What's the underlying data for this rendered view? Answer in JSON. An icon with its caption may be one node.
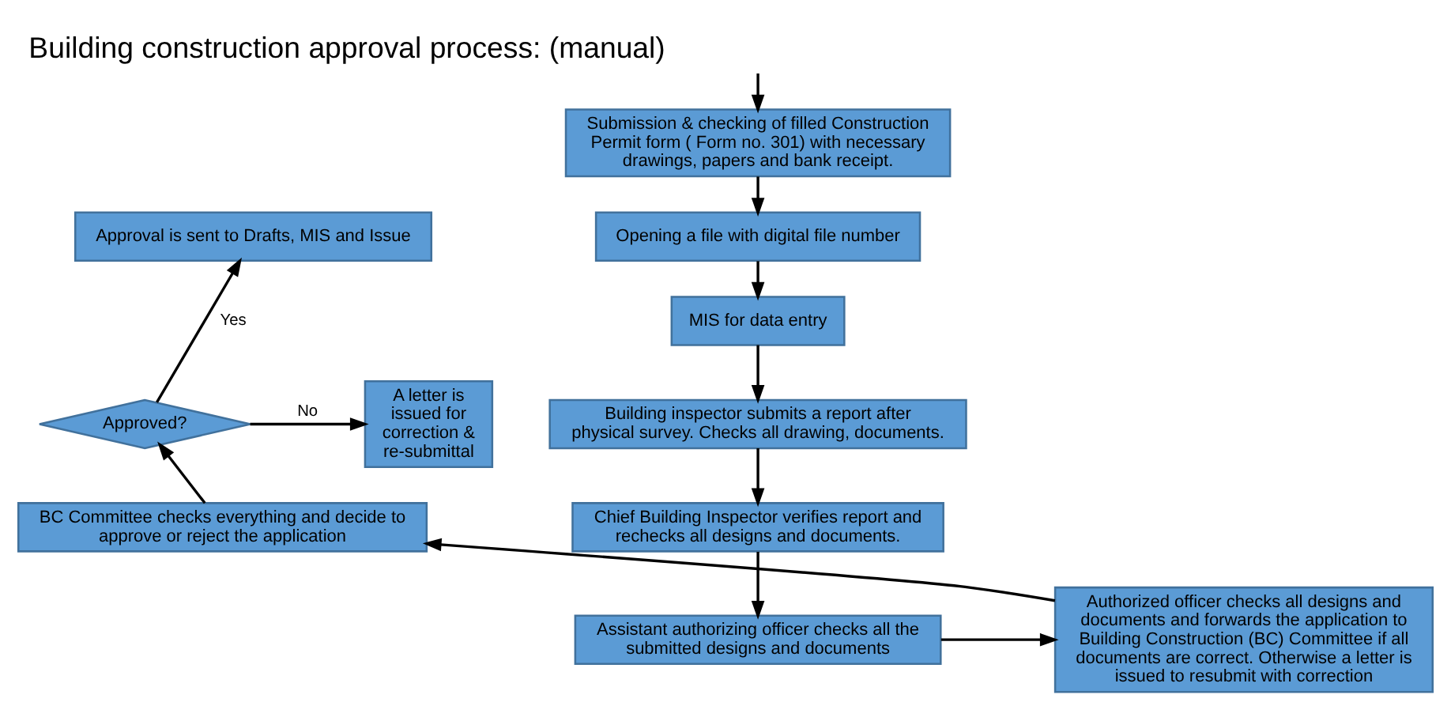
{
  "diagram": {
    "title": "Building construction approval process: (manual)",
    "nodes": [
      {
        "text": [
          "Submission & checking of filled Construction Permit form ( Form no. 301) with necessary drawings, papers and bank receipt."
        ]
      },
      {
        "text": [
          "Opening a file with digital file number"
        ]
      },
      {
        "text": [
          "MIS for data entry"
        ]
      },
      {
        "text": [
          "Building inspector submits a report after physical survey. Checks all drawing, documents."
        ]
      },
      {
        "text": [
          "Chief Building Inspector verifies report and rechecks all designs and documents."
        ]
      },
      {
        "text": [
          "Assistant authorizing officer checks all the submitted designs and documents"
        ]
      },
      {
        "text": [
          "Authorized officer checks all designs and documents and forwards the application to Building Construction (BC) Committee if all documents are correct. Otherwise a letter is issued to resubmit with correction"
        ]
      },
      {
        "text": [
          "BC Committee checks everything and decide to approve or reject the application"
        ]
      },
      {
        "text": [
          "Approved?"
        ]
      },
      {
        "text": [
          "Approval is sent to Drafts, MIS and Issue"
        ]
      },
      {
        "text": [
          "A letter is issued for correction & re-submittal"
        ]
      }
    ],
    "edges": [
      {
        "from": null,
        "to": 0,
        "arrow": "to"
      },
      {
        "from": 0,
        "to": 1,
        "arrow": "to"
      },
      {
        "from": 1,
        "to": 2,
        "arrow": "to"
      },
      {
        "from": 2,
        "to": 3,
        "arrow": "to"
      },
      {
        "from": 3,
        "to": 4,
        "arrow": "to"
      },
      {
        "from": 4,
        "to": 5,
        "arrow": "to"
      },
      {
        "from": 5,
        "to": 6,
        "arrow": "to"
      },
      {
        "from": 6,
        "to": 7,
        "arrow": "to"
      },
      {
        "from": 7,
        "to": 8,
        "arrow": "to"
      },
      {
        "from": 8,
        "to": 9,
        "arrow": "to",
        "label": "Yes"
      },
      {
        "from": 8,
        "to": 10,
        "arrow": "to",
        "label": "No"
      }
    ]
  }
}
